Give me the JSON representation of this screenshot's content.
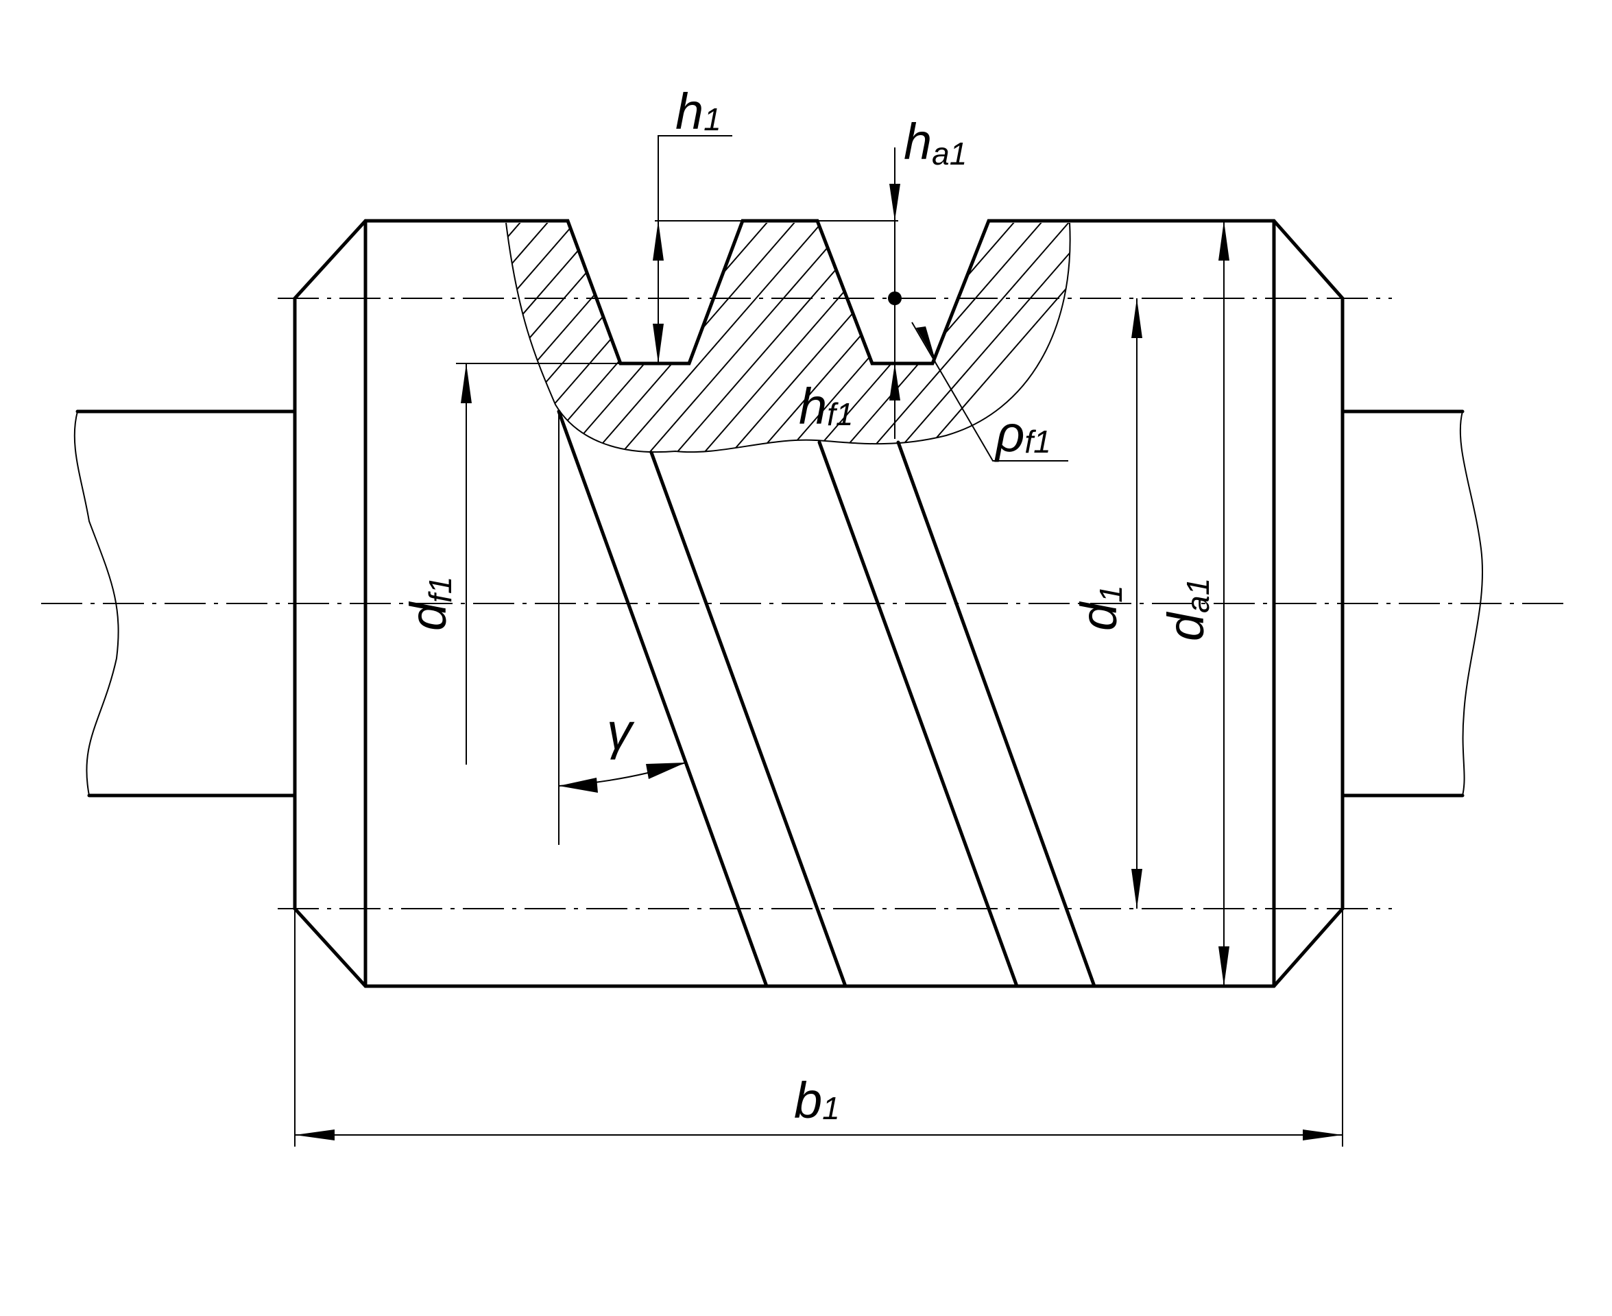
{
  "labels": {
    "h1": {
      "main": "h",
      "sub": "1"
    },
    "ha1": {
      "main": "h",
      "sub": "a1"
    },
    "hf1": {
      "main": "h",
      "sub": "f1"
    },
    "rho": {
      "main": "ρ",
      "sub": "f1"
    },
    "df1": {
      "main": "d",
      "sub": "f1"
    },
    "d1": {
      "main": "d",
      "sub": "1"
    },
    "da1": {
      "main": "d",
      "sub": "a1"
    },
    "gamma": {
      "main": "γ"
    },
    "b1": {
      "main": "b",
      "sub": "1"
    }
  }
}
